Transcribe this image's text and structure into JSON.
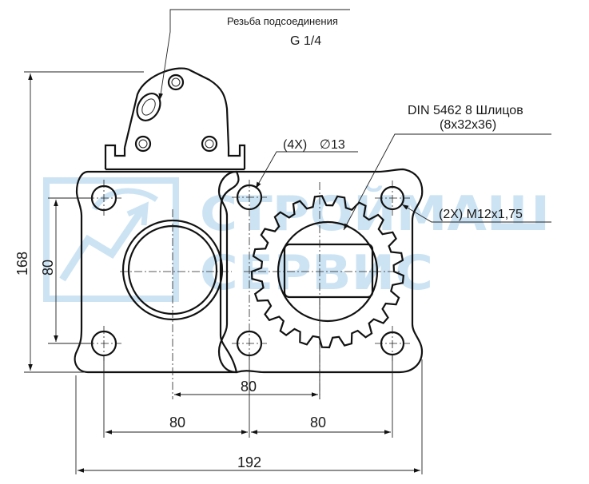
{
  "thread_label": "Резьба подсоединения",
  "thread_value": "G 1/4",
  "spline_standard": "DIN 5462 8 Шлицов",
  "spline_size": "(8x32x36)",
  "holes_label": "(4X)",
  "holes_diameter": "∅13",
  "threaded_holes_label": "(2X) M12x1,75",
  "dimensions": {
    "height_total": "168",
    "hole_spacing_vertical": "80",
    "center_offset": "80",
    "left_spacing": "80",
    "right_spacing": "80",
    "width_total": "192"
  },
  "watermark": {
    "line1": "СТРОЙМАШ",
    "line2": "СЕРВИС"
  },
  "colors": {
    "line": "#111111",
    "watermark": "#8fc3e6"
  }
}
